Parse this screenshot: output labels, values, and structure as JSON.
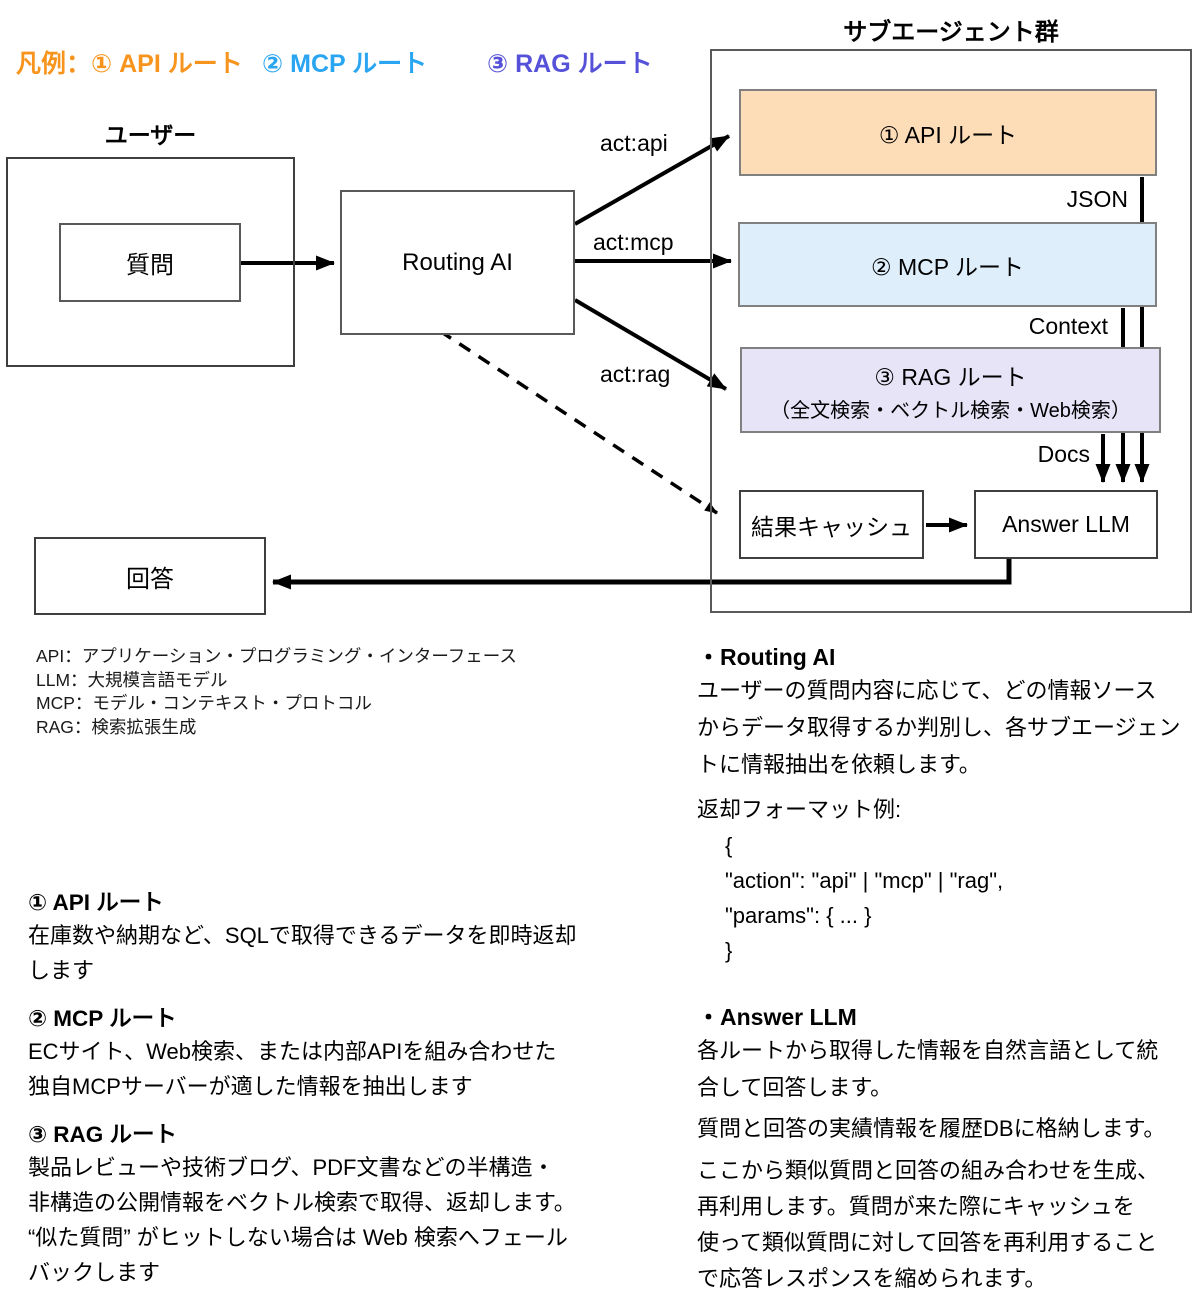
{
  "colors": {
    "api_accent": "#F7941D",
    "mcp_accent": "#2AA5F2",
    "rag_accent": "#5551D8",
    "api_fill": "#FDDCB8",
    "mcp_fill": "#DEEEFA",
    "rag_fill": "#E8E4F8",
    "line": "#000000"
  },
  "legend": {
    "api": "凡例：① API ルート",
    "mcp": "② MCP ルート",
    "rag": "③ RAG ルート"
  },
  "diagram": {
    "subagents_title": "サブエージェント群",
    "user_label": "ユーザー",
    "question_box": "質問",
    "routing_box": "Routing AI",
    "api_box": "① API ルート",
    "mcp_box": "② MCP ルート",
    "rag_box_line1": "③ RAG ルート",
    "rag_box_line2": "（全文検索・ベクトル検索・Web検索）",
    "cache_box": "結果キャッシュ",
    "answer_llm_box": "Answer LLM",
    "answer_box": "回答",
    "edges": {
      "act_api": "act:api",
      "act_mcp": "act:mcp",
      "act_rag": "act:rag",
      "json": "JSON",
      "context": "Context",
      "docs": "Docs"
    }
  },
  "glossary": [
    "API：アプリケーション・プログラミング・インターフェース",
    "LLM：大規模言語モデル",
    "MCP：モデル・コンテキスト・プロトコル",
    "RAG：検索拡張生成"
  ],
  "left_sections": [
    {
      "heading": "① API ルート",
      "lines": [
        "在庫数や納期など、SQLで取得できるデータを即時返却",
        "します"
      ]
    },
    {
      "heading": "② MCP ルート",
      "lines": [
        "ECサイト、Web検索、または内部APIを組み合わせた",
        "独自MCPサーバーが適した情報を抽出します"
      ]
    },
    {
      "heading": "③ RAG ルート",
      "lines": [
        "製品レビューや技術ブログ、PDF文書などの半構造・",
        "非構造の公開情報をベクトル検索で取得、返却します。",
        "“似た質問” がヒットしない場合は Web 検索へフェール",
        "バックします"
      ]
    }
  ],
  "right_sections": {
    "routing_heading": "・Routing AI",
    "routing_lines": [
      "ユーザーの質問内容に応じて、どの情報ソース",
      "からデータ取得するか判別し、各サブエージェン",
      "トに情報抽出を依頼します。"
    ],
    "format_label": "返却フォーマット例:",
    "format_code": [
      "{",
      "\"action\": \"api\" | \"mcp\" | \"rag\",",
      "\"params\": { ... }",
      "}"
    ],
    "answer_heading": "・Answer LLM",
    "answer_lines": [
      "各ルートから取得した情報を自然言語として統",
      "合して回答します。"
    ],
    "history_line": "質問と回答の実績情報を履歴DBに格納します。",
    "cache_lines": [
      "ここから類似質問と回答の組み合わせを生成、",
      "再利用します。質問が来た際にキャッシュを",
      "使って類似質問に対して回答を再利用すること",
      "で応答レスポンスを縮められます。"
    ]
  }
}
